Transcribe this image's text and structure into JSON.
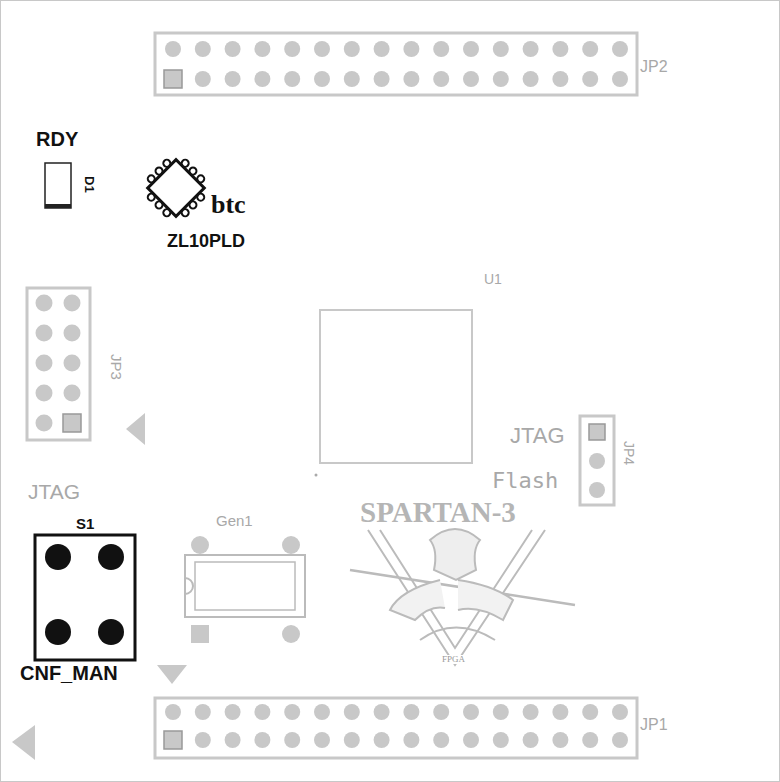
{
  "diagram": {
    "labels": [
      "JP2",
      "RDY",
      "D1",
      "btc",
      "ZL10PLD",
      "U1",
      "JP3",
      "JTAG",
      "JP4",
      "Flash",
      "JTAG",
      "S1",
      "Gen1",
      "SPARTAN-3",
      "FPGA",
      "CNF_MAN",
      "JP1"
    ]
  }
}
